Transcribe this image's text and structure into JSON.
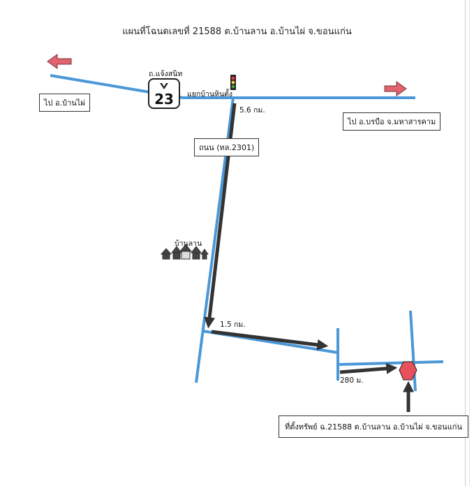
{
  "title": "แผนที่โฉนดเลขที่ 21588 ต.บ้านลาน อ.บ้านไผ่ จ.ขอนแก่น",
  "labels": {
    "to_ban_phai": "ไป อ.บ้านไผ่",
    "to_mahasarakham": "ไป อ.บรบือ จ.มหาสารคาม",
    "road_name": "ถ.แจ้งสนิท",
    "highway_number": "23",
    "junction": "แยกบ้านหินตั้ง",
    "road_2301": "ถนน (ทล.2301)",
    "village": "บ้านลาน",
    "dist_5_6": "5.6 กม.",
    "dist_1_5": "1.5 กม.",
    "dist_280": "280 ม.",
    "property_location": "ที่ตั้งทรัพย์ ฉ.21588 ต.บ้านลาน อ.บ้านไผ่ จ.ขอนแก่น"
  },
  "colors": {
    "road": "#4a98d8",
    "route_arrow": "#333333",
    "direction_arrow": "#e0636e",
    "property_marker": "#e8505b"
  },
  "icons": [
    "traffic-light-icon",
    "highway-shield-icon",
    "village-houses-icon",
    "property-marker-icon"
  ]
}
